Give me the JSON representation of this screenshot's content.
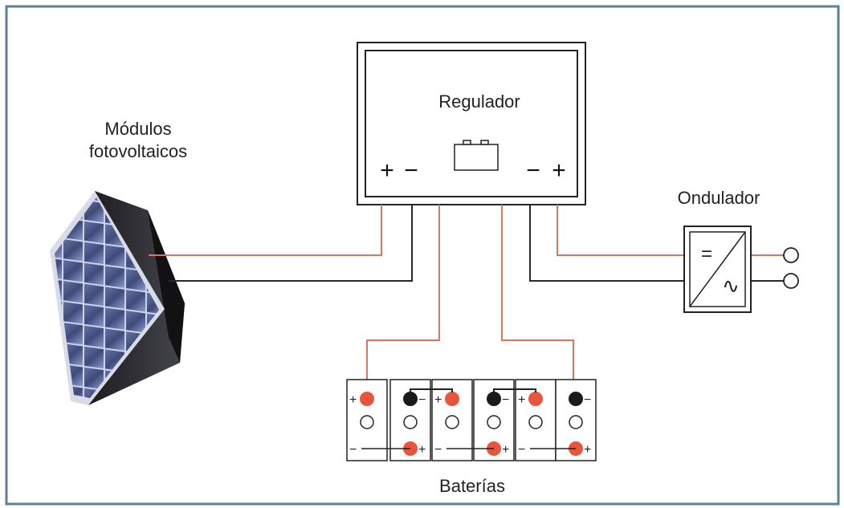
{
  "labels": {
    "modules_line1": "Módulos",
    "modules_line2": "fotovoltaicos",
    "regulator": "Regulador",
    "inverter": "Ondulador",
    "batteries": "Baterías"
  },
  "regulator_terminals": {
    "left_plus": "+",
    "left_minus": "−",
    "right_minus": "−",
    "right_plus": "+"
  },
  "inverter_symbols": {
    "dc": "=",
    "ac": "∿"
  },
  "battery_terminal_signs": {
    "plus": "+",
    "minus": "−"
  },
  "colors": {
    "border": "#5f7f96",
    "wire_positive": "#e0735f",
    "wire_negative": "#2a2a2a",
    "terminal_positive": "#e8553a",
    "terminal_negative": "#1a1a1a",
    "panel_frame": "#2b2b30",
    "panel_cells": "#3c4a78"
  }
}
